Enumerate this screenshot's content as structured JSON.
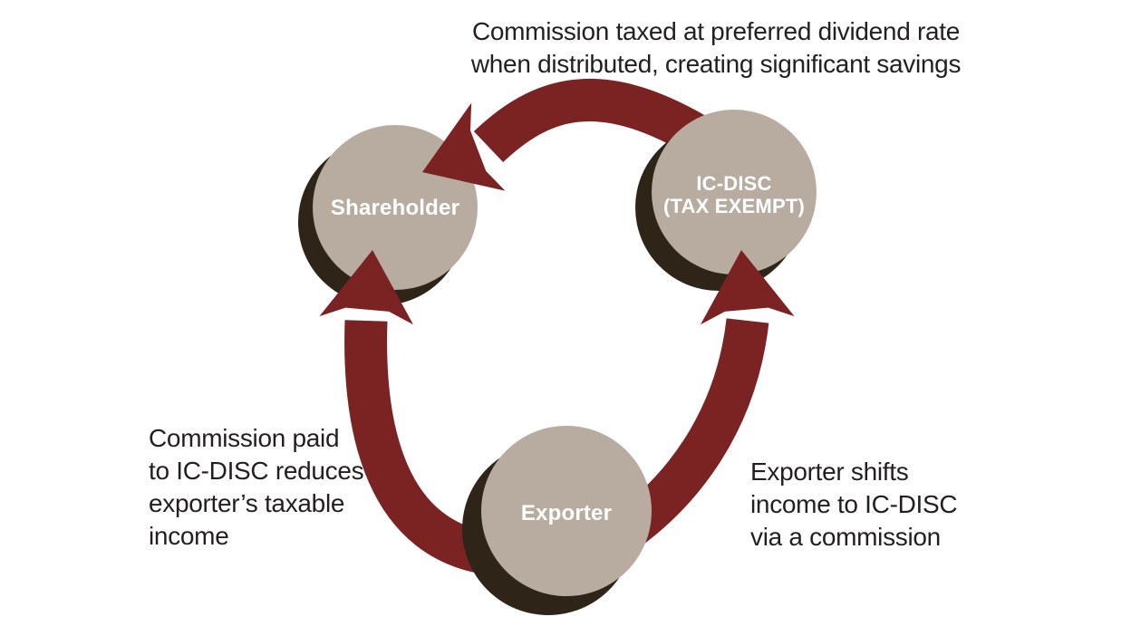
{
  "colors": {
    "background": "#ffffff",
    "arrow": "#7b2322",
    "node_fill": "#b7ac9f",
    "node_shadow": "#2e2518",
    "annotation_text": "#231f20",
    "node_label_text": "#ffffff"
  },
  "diagram": {
    "nodes": {
      "shareholder": {
        "label": "Shareholder"
      },
      "icdisc": {
        "label": "IC-DISC",
        "sublabel": "(TAX EXEMPT)"
      },
      "exporter": {
        "label": "Exporter"
      }
    },
    "annotations": {
      "top": {
        "lines": [
          "Commission taxed at preferred dividend rate",
          "when distributed, creating significant savings"
        ]
      },
      "left": {
        "lines": [
          "Commission paid",
          "to IC-DISC reduces",
          "exporter’s taxable",
          "income"
        ]
      },
      "right": {
        "lines": [
          "Exporter shifts",
          "income to IC-DISC",
          "via a commission"
        ]
      }
    },
    "arrows": [
      {
        "from": "exporter",
        "to": "icdisc"
      },
      {
        "from": "icdisc",
        "to": "shareholder"
      },
      {
        "from": "exporter",
        "to": "shareholder"
      }
    ]
  }
}
